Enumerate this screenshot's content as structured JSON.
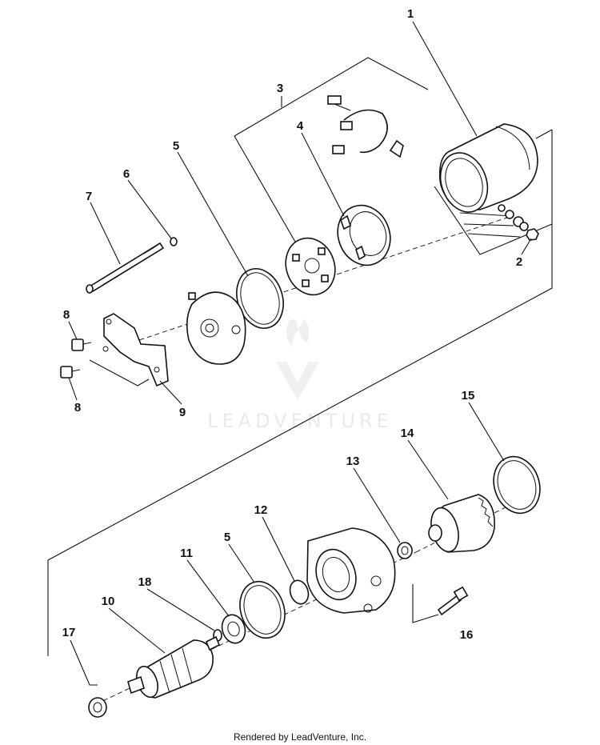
{
  "labels": {
    "p1": "1",
    "p2": "2",
    "p3": "3",
    "p4": "4",
    "p5a": "5",
    "p6": "6",
    "p7": "7",
    "p8a": "8",
    "p8b": "8",
    "p9": "9",
    "p10": "10",
    "p11": "11",
    "p12": "12",
    "p13": "13",
    "p14": "14",
    "p15": "15",
    "p16": "16",
    "p17": "17",
    "p18": "18",
    "p5b": "5"
  },
  "watermark": "LEADVENTURE",
  "footer": "Rendered by LeadVenture, Inc."
}
